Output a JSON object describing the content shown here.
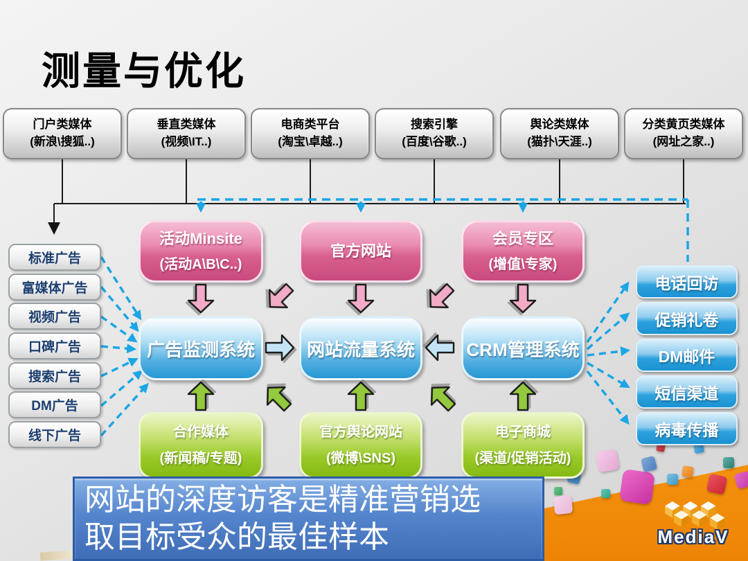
{
  "title": "测量与优化",
  "top_media": [
    {
      "line1": "门户类媒体",
      "line2": "(新浪\\搜狐..)"
    },
    {
      "line1": "垂直类媒体",
      "line2": "(视频\\IT..)"
    },
    {
      "line1": "电商类平台",
      "line2": "(淘宝\\卓越..)"
    },
    {
      "line1": "搜索引擎",
      "line2": "(百度\\谷歌..)"
    },
    {
      "line1": "舆论类媒体",
      "line2": "(猫扑\\天涯..)"
    },
    {
      "line1": "分类黄页类媒体",
      "line2": "(网址之家..)"
    }
  ],
  "left_ads": [
    "标准广告",
    "富媒体广告",
    "视频广告",
    "口碑广告",
    "搜索广告",
    "DM广告",
    "线下广告"
  ],
  "pink_row": [
    {
      "line1": "活动Minsite",
      "line2": "(活动A\\B\\C..)"
    },
    {
      "line1": "官方网站"
    },
    {
      "line1": "会员专区",
      "line2": "(增值\\专家)"
    }
  ],
  "blue_row": [
    "广告监测系统",
    "网站流量系统",
    "CRM管理系统"
  ],
  "green_row": [
    {
      "line1": "合作媒体",
      "line2": "(新闻稿/专题)"
    },
    {
      "line1": "官方舆论网站",
      "line2": "(微博\\SNS)"
    },
    {
      "line1": "电子商城",
      "line2": "(渠道/促销活动)"
    }
  ],
  "right_channels": [
    "电话回访",
    "促销礼卷",
    "DM邮件",
    "短信渠道",
    "病毒传播"
  ],
  "banner": {
    "line1": "网站的深度访客是精准营销选",
    "line2": "取目标受众的最佳样本"
  },
  "logo": {
    "text": "MediaV"
  },
  "colors": {
    "dashed_arrow": "#1ba6e5",
    "pink_box": "#d8608f",
    "blue_box": "#2796d4",
    "green_box": "#8dc63f",
    "banner_blue": "#4a7cc4",
    "brand_orange": "#f08c10"
  }
}
